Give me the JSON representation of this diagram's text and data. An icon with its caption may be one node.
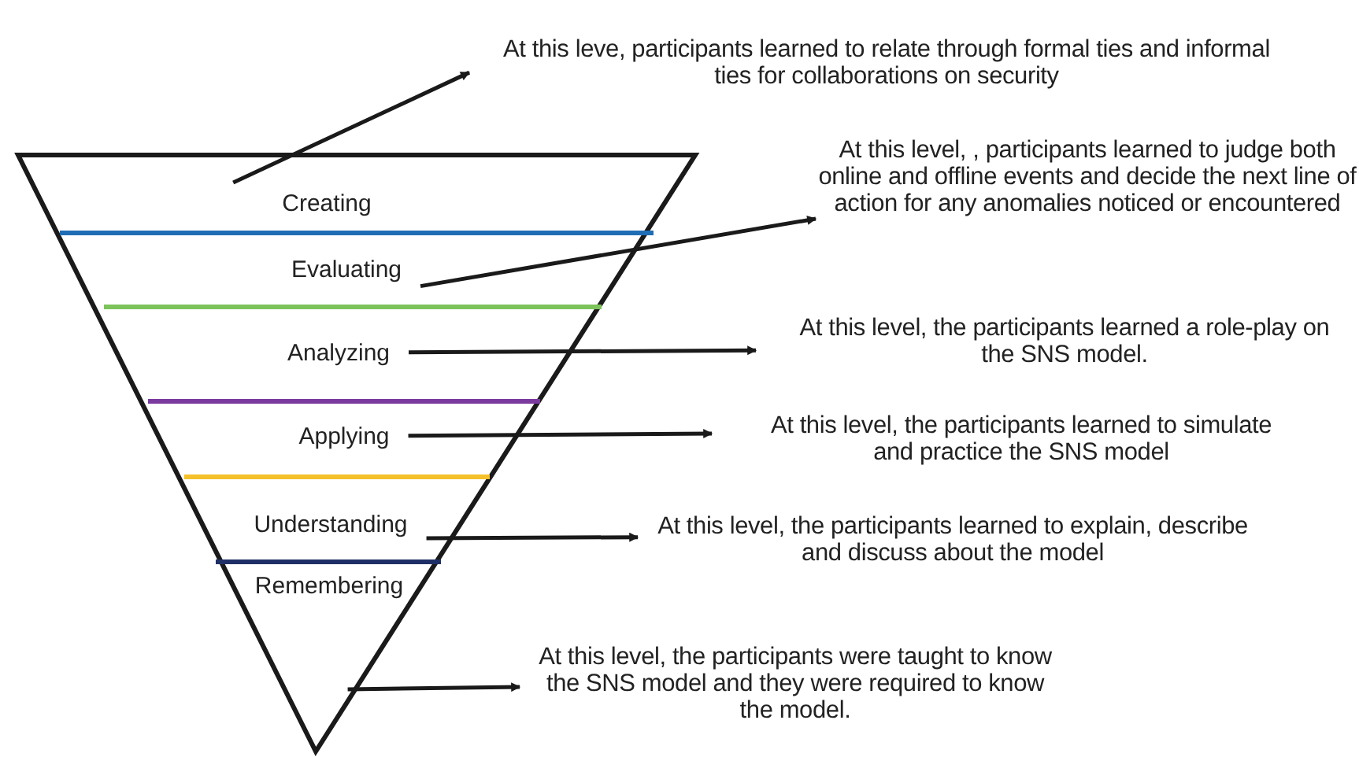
{
  "diagram": {
    "nodes": [
      {
        "text": [],
        "shape": "triangle"
      },
      {
        "text": [
          "Creating"
        ],
        "in": 0
      },
      {
        "text": [
          "Evaluating"
        ],
        "in": 0
      },
      {
        "text": [
          "Analyzing"
        ],
        "in": 0
      },
      {
        "text": [
          "Applying"
        ],
        "in": 0
      },
      {
        "text": [
          "Understanding"
        ],
        "in": 0
      },
      {
        "text": [
          "Remembering"
        ],
        "in": 0
      },
      {
        "text": [
          "At this leve, participants learned to relate through formal ties and informal ties for collaborations on security"
        ]
      },
      {
        "text": [
          "At this level, , participants learned to judge both online and offline events and decide the next line of action for any anomalies noticed or encountered"
        ]
      },
      {
        "text": [
          "At this level, the participants learned a role-play on the SNS model."
        ]
      },
      {
        "text": [
          "At this level, the participants learned to simulate and practice the SNS model"
        ]
      },
      {
        "text": [
          "At this level, the participants learned to explain, describe and discuss about the model"
        ]
      },
      {
        "text": [
          "At this level, the participants were taught to know the SNS model and they were required to know the model."
        ]
      }
    ],
    "edges": [
      {
        "from": 1,
        "to": 7,
        "arrow": "to"
      },
      {
        "from": 2,
        "to": 8,
        "arrow": "to"
      },
      {
        "from": 3,
        "to": 9,
        "arrow": "to"
      },
      {
        "from": 4,
        "to": 10,
        "arrow": "to"
      },
      {
        "from": 5,
        "to": 11,
        "arrow": "to"
      },
      {
        "from": 6,
        "to": 12,
        "arrow": "to"
      }
    ]
  }
}
